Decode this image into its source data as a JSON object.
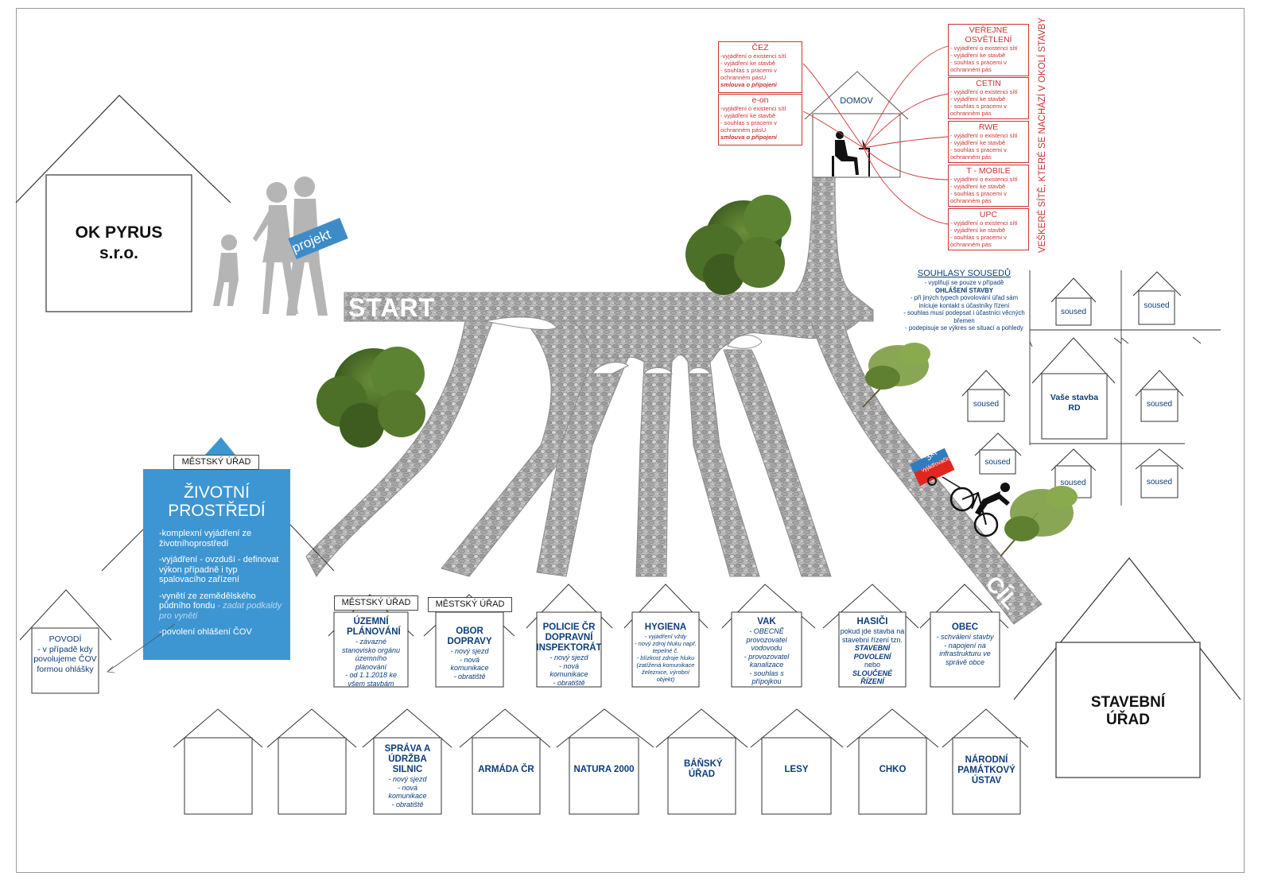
{
  "ok_pyrus": {
    "line1": "OK PYRUS",
    "line2": "s.r.o."
  },
  "projekt_sign": "projekt",
  "start_label": "START",
  "cil_label": "CÍL",
  "domov": "DOMOV",
  "okoli_label": "VEŠKERÉ SÍTĚ, KTERÉ SE NACHÁZÍ V OKOLÍ STAVBY",
  "utilities_left": [
    {
      "name": "ČEZ",
      "items": [
        "-vyjádření o existenci sítí",
        "- vyjádření ke stavbě",
        "- souhlas s pracemi v ochranném pásU"
      ],
      "bold": "smlouva o připojení"
    },
    {
      "name": "e-on",
      "items": [
        "-vyjádření o existenci sítí",
        "- vyjádření ke stavbě",
        "- souhlas s pracemi v ochranném pásU"
      ],
      "bold": "smlouva o připojení"
    }
  ],
  "utilities_right": [
    {
      "name": "VEŘEJNÉ OSVĚTLENÍ",
      "items": [
        "- vyjádření o existenci sítí",
        "- vyjádření ke stavbě",
        "- souhlas s pracemi v ochranném pás"
      ]
    },
    {
      "name": "CETIN",
      "items": [
        "- vyjádření o existenci sítí",
        "- vyjádření ke stavbě",
        "- souhlas s pracemi v ochranném pás"
      ]
    },
    {
      "name": "RWE",
      "items": [
        "- vyjádření o existenci sítí",
        "- vyjádření ke stavbě",
        "- souhlas s pracemi v ochranném pás"
      ]
    },
    {
      "name": "T - MOBILE",
      "items": [
        "- vyjádření o existenci sítí",
        "- vyjádření ke stavbě",
        "- souhlas s pracemi v ochranném pás"
      ]
    },
    {
      "name": "UPC",
      "items": [
        "- vyjádření o existenci sítí",
        "- vyjádření ke stavbě",
        "- souhlas s pracemi v ochranném pás"
      ]
    }
  ],
  "souhlasy": {
    "title": "SOUHLASY SOUSEDŮ",
    "l1": "- vyplňují se pouze v případě",
    "l2": "OHLÁŠENÍ STAVBY",
    "l3": "- při jiných typech povolování úřad sám iniciuje kontakt s účastníky řízení",
    "l4": "- souhlas musí podepsat i účastníci věcných břemen",
    "l5": "- podepisuje se výkres se situací a pohledy"
  },
  "soused_label": "soused",
  "vase_stavba": {
    "l1": "Vaše stavba",
    "l2": "RD"
  },
  "cart": {
    "top": "3xprojekt",
    "bottom": "vyjádřovačky"
  },
  "mestsky_urad": "MĚSTSKÝ ÚŘAD",
  "zivotni": {
    "title1": "ŽIVOTNÍ",
    "title2": "PROSTŘEDÍ",
    "i1": "-komplexní vyjádření ze životníhoprostředí",
    "i2": "-vyjádření - ovzduší - definovat výkon případně i typ spalovacího zařízení",
    "i3a": "-vynětí ze zemědělského půdního fondu",
    "i3b": " - zadat podkaldy pro vynětí",
    "i4": "-povolení ohlášení ČOV"
  },
  "povodi": {
    "title": "POVODÍ",
    "text": "- v případě kdy povolujeme ČOV formou ohlášky"
  },
  "offices": [
    {
      "title": "ÚZEMNÍ PLÁNOVÁNÍ",
      "items": [
        "- závazné stanovisko orgánu územního plánování",
        "- od 1.1.2018 ke všem stavbám"
      ]
    },
    {
      "title": "OBOR DOPRAVY",
      "items": [
        "- nový sjezd",
        "- nová komunikace",
        "- obratiště"
      ]
    },
    {
      "title": "POLICIE ČR DOPRAVNÍ INSPEKTORÁT",
      "items": [
        "- nový sjezd",
        "- nová komunikace",
        "- obratiště"
      ]
    },
    {
      "title": "HYGIENA",
      "items": [
        "- vyjádření vždy",
        "- nový zdroj hluku např. tepelné č.",
        "- blízkost zdroje hluku (zatížená komunikace železnice, výrobní objekt)"
      ]
    },
    {
      "title": "VAK",
      "items": [
        "- OBECNĚ provozovatel vodovodu",
        "- provozovatel kanalizace",
        "- souhlas s přípojkou"
      ]
    },
    {
      "title": "HASIČI",
      "items": [
        "pokud jde stavba na stavební řízení tzn."
      ],
      "bold1": "STAVEBNÍ POVOLENÍ",
      "mid": "nebo",
      "bold2": "SLOUČENÉ ŘÍZENÍ"
    },
    {
      "title": "OBEC",
      "items": [
        "- schválení stavby",
        "- napojení na infrastrukturu ve správě obce"
      ]
    }
  ],
  "bottom_houses": [
    {
      "title": "",
      "items": []
    },
    {
      "title": "",
      "items": []
    },
    {
      "title": "SPRÁVA A ÚDRŽBA SILNIC",
      "items": [
        "- nový sjezd",
        "- nová komunikace",
        "- obratiště"
      ]
    },
    {
      "title": "ARMÁDA ČR",
      "items": []
    },
    {
      "title": "NATURA 2000",
      "items": []
    },
    {
      "title": "BÁŇSKÝ ÚŘAD",
      "items": []
    },
    {
      "title": "LESY",
      "items": []
    },
    {
      "title": "CHKO",
      "items": []
    },
    {
      "title": "NÁRODNÍ PAMÁTKOVÝ ÚSTAV",
      "items": []
    }
  ],
  "stavebni": {
    "line1": "STAVEBNÍ",
    "line2": "ÚŘAD"
  }
}
